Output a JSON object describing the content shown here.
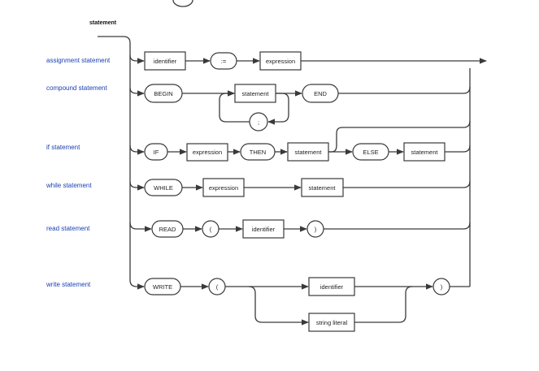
{
  "title": "statement",
  "rules": {
    "assignment": {
      "label": "assignment statement",
      "identifier": "identifier",
      "assign": ":=",
      "expression": "expression"
    },
    "compound": {
      "label": "compound statement",
      "begin": "BEGIN",
      "statement": "statement",
      "semicolon": ";",
      "end": "END"
    },
    "if": {
      "label": "if statement",
      "if": "IF",
      "expression": "expression",
      "then": "THEN",
      "statement": "statement",
      "else": "ELSE",
      "else_statement": "statement"
    },
    "while": {
      "label": "while statement",
      "while": "WHILE",
      "expression": "expression",
      "statement": "statement"
    },
    "read": {
      "label": "read statement",
      "read": "READ",
      "open": "(",
      "identifier": "identifier",
      "close": ")"
    },
    "write": {
      "label": "write statement",
      "write": "WRITE",
      "open": "(",
      "identifier": "identifier",
      "string_literal": "string literal",
      "close": ")"
    }
  }
}
